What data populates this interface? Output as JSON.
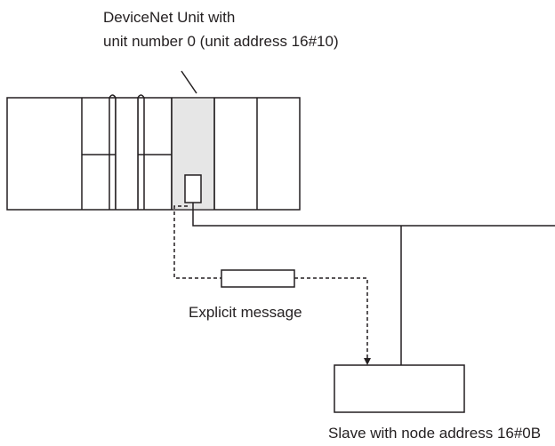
{
  "labels": {
    "unit_line1": "DeviceNet Unit with",
    "unit_line2": "unit number 0 (unit address 16#10)",
    "explicit_message": "Explicit message",
    "slave": "Slave with node address 16#0B"
  },
  "colors": {
    "line": "#231f20",
    "unit_highlight": "#e6e6e6",
    "background": "#ffffff"
  }
}
